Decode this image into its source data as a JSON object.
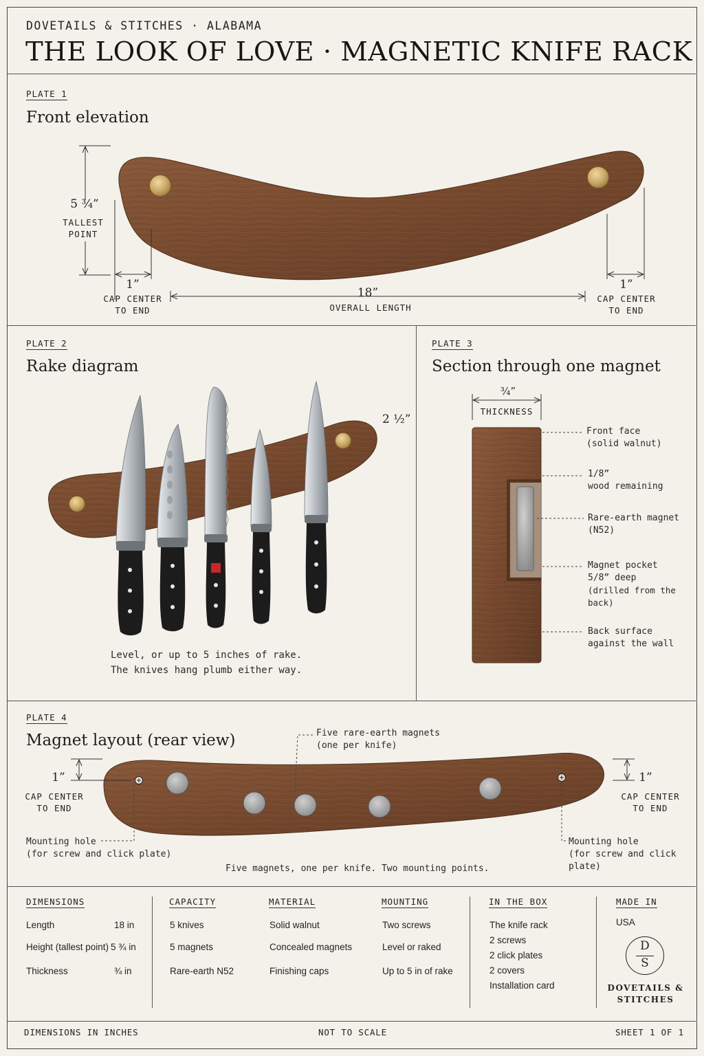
{
  "header": {
    "eyebrow": "DOVETAILS & STITCHES · ALABAMA",
    "title": "THE LOOK OF LOVE · MAGNETIC KNIFE RACK"
  },
  "plate1": {
    "label": "PLATE 1",
    "title": "Front elevation",
    "height_value": "5 ¾”",
    "height_caption": [
      "TALLEST",
      "POINT"
    ],
    "left_cap_value": "1”",
    "left_cap_caption": [
      "CAP CENTER",
      "TO END"
    ],
    "length_value": "18”",
    "length_caption": "OVERALL LENGTH",
    "right_cap_value": "1”",
    "right_cap_caption": [
      "CAP CENTER",
      "TO END"
    ]
  },
  "plate2": {
    "label": "PLATE 2",
    "title": "Rake diagram",
    "rake_value": "2 ½”",
    "caption": [
      "Level, or up to 5 inches of rake.",
      "The knives hang plumb either way."
    ]
  },
  "plate3": {
    "label": "PLATE 3",
    "title": "Section through one magnet",
    "thickness_value": "¾”",
    "thickness_caption": "THICKNESS",
    "callouts": [
      [
        "Front face",
        "(solid walnut)"
      ],
      [
        "1/8”",
        "wood remaining"
      ],
      [
        "Rare-earth magnet",
        "(N52)"
      ],
      [
        "Magnet pocket",
        "5/8” deep",
        "(drilled from the back)"
      ],
      [
        "Back surface",
        "against the wall"
      ]
    ]
  },
  "plate4": {
    "label": "PLATE 4",
    "title": "Magnet layout (rear view)",
    "magnets_note": [
      "Five rare-earth magnets",
      "(one per knife)"
    ],
    "left_cap_value": "1”",
    "left_cap_caption": [
      "CAP CENTER",
      "TO END"
    ],
    "right_cap_value": "1”",
    "right_cap_caption": [
      "CAP CENTER",
      "TO END"
    ],
    "left_hole": [
      "Mounting hole",
      "(for screw and click plate)"
    ],
    "right_hole": [
      "Mounting hole",
      "(for screw and click plate)"
    ],
    "caption": "Five magnets, one per knife. Two mounting points."
  },
  "specs": {
    "dimensions": {
      "heading": "DIMENSIONS",
      "rows": [
        [
          "Length",
          "18 in"
        ],
        [
          "Height (tallest point)",
          "5 ¾ in"
        ],
        [
          "Thickness",
          "¾ in"
        ]
      ]
    },
    "capacity": {
      "heading": "CAPACITY",
      "items": [
        "5 knives",
        "5 magnets",
        "Rare-earth N52"
      ]
    },
    "material": {
      "heading": "MATERIAL",
      "items": [
        "Solid walnut",
        "Concealed magnets",
        "Finishing caps"
      ]
    },
    "mounting": {
      "heading": "MOUNTING",
      "items": [
        "Two screws",
        "Level or raked",
        "Up to 5 in of rake"
      ]
    },
    "in_the_box": {
      "heading": "IN THE BOX",
      "items": [
        "The knife rack",
        "2 screws",
        "2 click plates",
        "2 covers",
        "Installation card"
      ]
    },
    "made_in": {
      "heading": "MADE IN",
      "value": "USA",
      "logo_letters": [
        "D",
        "S"
      ],
      "brand": [
        "DOVETAILS &",
        "STITCHES"
      ]
    }
  },
  "footer": {
    "left": "DIMENSIONS IN INCHES",
    "center": "NOT TO SCALE",
    "right": "SHEET 1 OF 1"
  },
  "colors": {
    "paper": "#f3f1ea",
    "walnut": "#7a4e33",
    "walnut_dark": "#5c3822",
    "brass": "#c9a767",
    "magnet": "#a9a9a9",
    "ink": "#222222"
  }
}
